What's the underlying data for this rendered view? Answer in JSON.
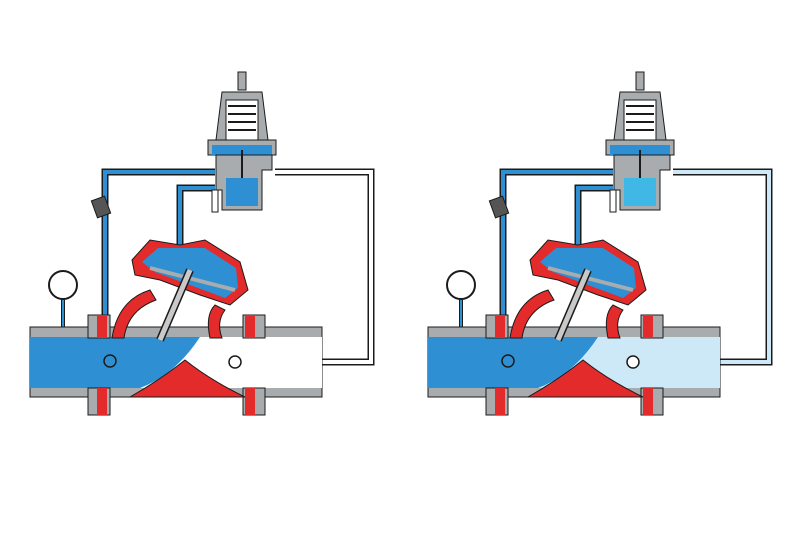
{
  "diagram": {
    "panels": [
      {
        "state": "closed",
        "outlet_color": "#ffffff",
        "gauge_needle": "up"
      },
      {
        "state": "open",
        "outlet_color": "#cde9f7",
        "gauge_needle": "tilted"
      }
    ],
    "colors": {
      "water": "#2f8fd3",
      "body": "#e32b2b",
      "metal": "#a9acae",
      "outline": "#1b1b1b",
      "pilot_chamber_open": "#3fb8e6"
    },
    "icons": [
      "pressure-gauge-icon",
      "strainer-icon",
      "flow-arrow-icon"
    ]
  }
}
